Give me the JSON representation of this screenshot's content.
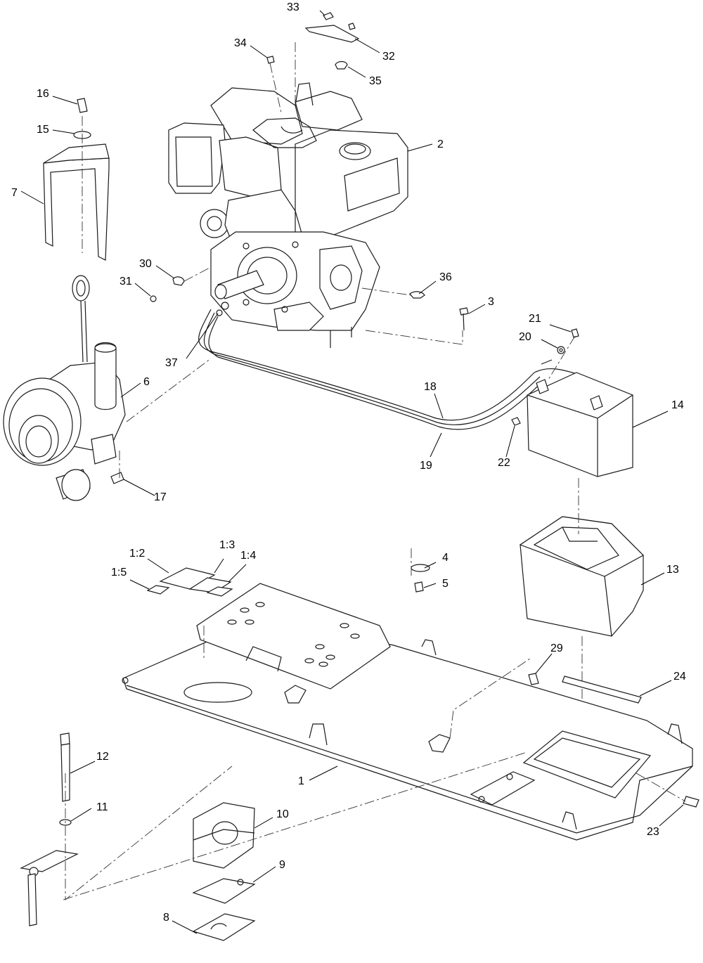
{
  "callouts": [
    "1",
    "2",
    "3",
    "4",
    "5",
    "6",
    "7",
    "8",
    "9",
    "10",
    "11",
    "12",
    "13",
    "14",
    "15",
    "16",
    "17",
    "18",
    "19",
    "20",
    "21",
    "22",
    "23",
    "24",
    "29",
    "30",
    "31",
    "32",
    "33",
    "34",
    "35",
    "36",
    "37",
    "1:2",
    "1:3",
    "1:4",
    "1:5"
  ]
}
